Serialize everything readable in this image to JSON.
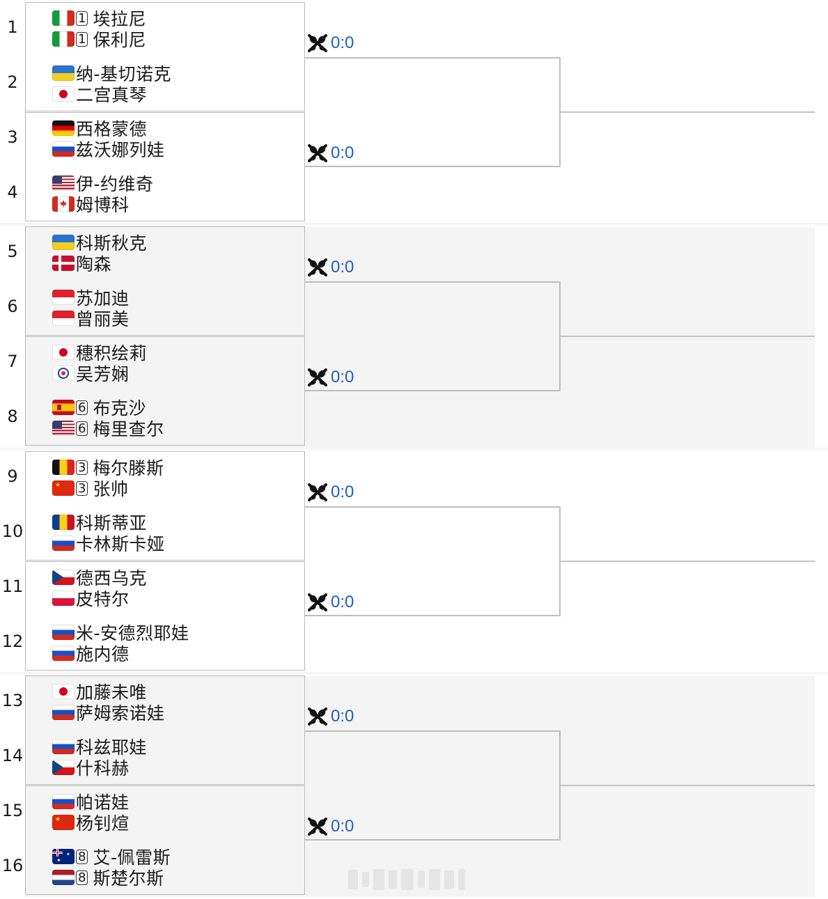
{
  "matches": [
    {
      "seq": "1",
      "score": "0:0",
      "players": [
        {
          "flag": "IT",
          "seed": "1",
          "name": "埃拉尼"
        },
        {
          "flag": "IT",
          "seed": "1",
          "name": "保利尼"
        }
      ]
    },
    {
      "seq": "2",
      "score": "",
      "players": [
        {
          "flag": "UA",
          "seed": "",
          "name": "纳-基切诺克"
        },
        {
          "flag": "JP",
          "seed": "",
          "name": "二宫真琴"
        }
      ]
    },
    {
      "seq": "3",
      "score": "0:0",
      "players": [
        {
          "flag": "DE",
          "seed": "",
          "name": "西格蒙德"
        },
        {
          "flag": "RU",
          "seed": "",
          "name": "兹沃娜列娃"
        }
      ]
    },
    {
      "seq": "4",
      "score": "",
      "players": [
        {
          "flag": "US",
          "seed": "",
          "name": "伊-约维奇"
        },
        {
          "flag": "CA",
          "seed": "",
          "name": "姆博科"
        }
      ]
    },
    {
      "seq": "5",
      "score": "0:0",
      "players": [
        {
          "flag": "UA",
          "seed": "",
          "name": "科斯秋克"
        },
        {
          "flag": "DK",
          "seed": "",
          "name": "陶森"
        }
      ]
    },
    {
      "seq": "6",
      "score": "",
      "players": [
        {
          "flag": "ID",
          "seed": "",
          "name": "苏加迪"
        },
        {
          "flag": "ID",
          "seed": "",
          "name": "曾丽美"
        }
      ]
    },
    {
      "seq": "7",
      "score": "0:0",
      "players": [
        {
          "flag": "JP",
          "seed": "",
          "name": "穗积绘莉"
        },
        {
          "flag": "TPE",
          "seed": "",
          "name": "吴芳娴"
        }
      ]
    },
    {
      "seq": "8",
      "score": "",
      "players": [
        {
          "flag": "ES",
          "seed": "6",
          "name": "布克沙"
        },
        {
          "flag": "US",
          "seed": "6",
          "name": "梅里查尔"
        }
      ]
    },
    {
      "seq": "9",
      "score": "0:0",
      "players": [
        {
          "flag": "BE",
          "seed": "3",
          "name": "梅尔滕斯"
        },
        {
          "flag": "CN",
          "seed": "3",
          "name": "张帅"
        }
      ]
    },
    {
      "seq": "10",
      "score": "",
      "players": [
        {
          "flag": "RO",
          "seed": "",
          "name": "科斯蒂亚"
        },
        {
          "flag": "RU",
          "seed": "",
          "name": "卡林斯卡娅"
        }
      ]
    },
    {
      "seq": "11",
      "score": "0:0",
      "players": [
        {
          "flag": "CZ",
          "seed": "",
          "name": "德西乌克"
        },
        {
          "flag": "PL",
          "seed": "",
          "name": "皮特尔"
        }
      ]
    },
    {
      "seq": "12",
      "score": "",
      "players": [
        {
          "flag": "RU",
          "seed": "",
          "name": "米-安德烈耶娃"
        },
        {
          "flag": "RU",
          "seed": "",
          "name": "施内德"
        }
      ]
    },
    {
      "seq": "13",
      "score": "0:0",
      "players": [
        {
          "flag": "JP",
          "seed": "",
          "name": "加藤未唯"
        },
        {
          "flag": "RU",
          "seed": "",
          "name": "萨姆索诺娃"
        }
      ]
    },
    {
      "seq": "14",
      "score": "",
      "players": [
        {
          "flag": "RU",
          "seed": "",
          "name": "科兹耶娃"
        },
        {
          "flag": "CZ",
          "seed": "",
          "name": "什科赫"
        }
      ]
    },
    {
      "seq": "15",
      "score": "0:0",
      "players": [
        {
          "flag": "RU",
          "seed": "",
          "name": "帕诺娃"
        },
        {
          "flag": "CN",
          "seed": "",
          "name": "杨钊煊"
        }
      ]
    },
    {
      "seq": "16",
      "score": "",
      "players": [
        {
          "flag": "AU",
          "seed": "8",
          "name": "艾-佩雷斯"
        },
        {
          "flag": "NL",
          "seed": "8",
          "name": "斯楚尔斯"
        }
      ]
    }
  ],
  "icons": {
    "versus": "crossed-rackets-icon"
  },
  "colors": {
    "score": "#1f5fc0",
    "border": "#b9b9b9",
    "band_gray": "#f4f4f4"
  }
}
